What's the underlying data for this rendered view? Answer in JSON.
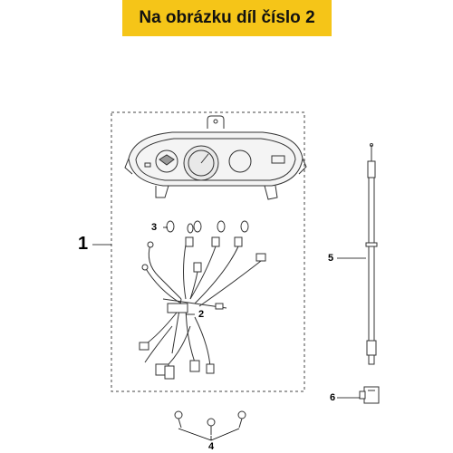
{
  "banner": {
    "text": "Na obrázku díl číslo 2",
    "color": "#f5c518"
  },
  "callouts": {
    "part1": "1",
    "part2": "2",
    "part3": "3",
    "part4": "4",
    "part5": "5",
    "part6": "6"
  }
}
